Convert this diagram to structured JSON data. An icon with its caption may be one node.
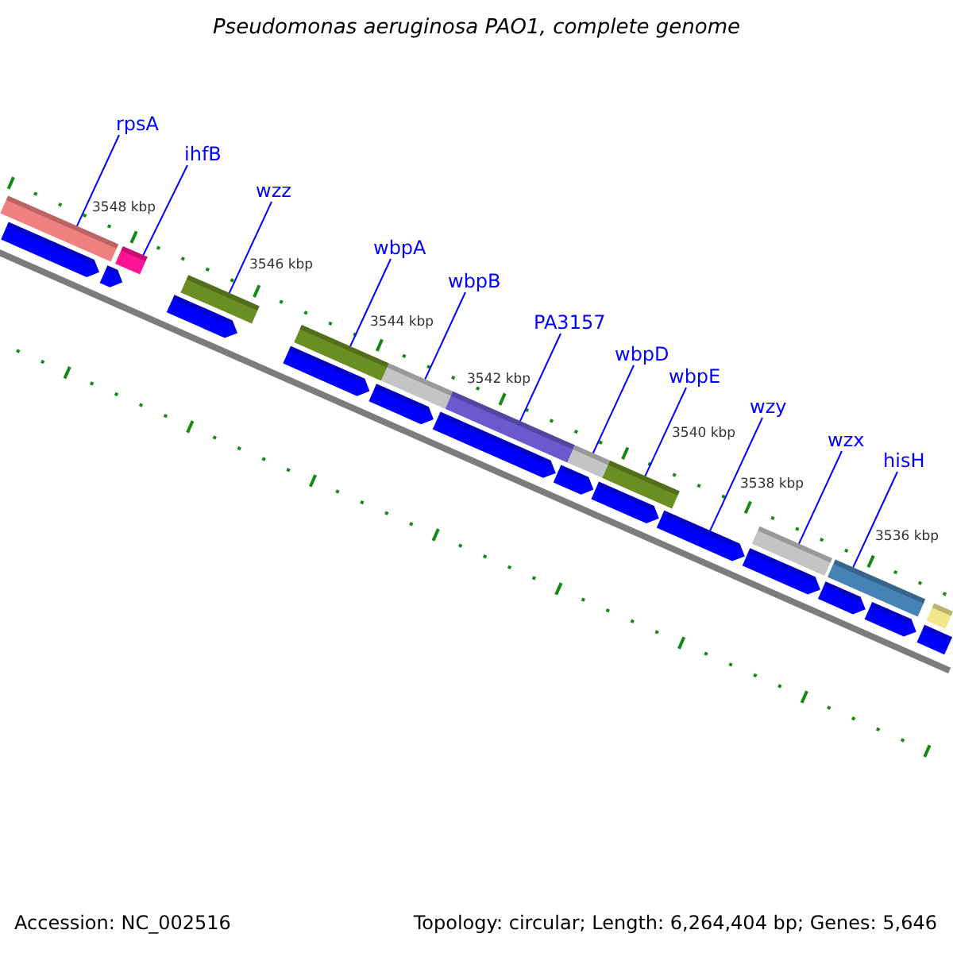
{
  "diagram": {
    "title": "Pseudomonas aeruginosa PAO1, complete genome",
    "nodes": [
      {
        "text": [
          "rpsA"
        ]
      },
      {
        "text": [
          "ihfB"
        ]
      },
      {
        "text": [
          "wzz"
        ]
      },
      {
        "text": [
          "wbpA"
        ]
      },
      {
        "text": [
          "wbpB"
        ]
      },
      {
        "text": [
          "PA3157"
        ]
      },
      {
        "text": [
          "wbpD"
        ]
      },
      {
        "text": [
          "wbpE"
        ]
      },
      {
        "text": [
          "wzy"
        ]
      },
      {
        "text": [
          "wzx"
        ]
      },
      {
        "text": [
          "hisH"
        ]
      },
      {
        "text": [],
        "shape": "bar"
      },
      {
        "text": [],
        "shape": "bar"
      },
      {
        "text": [],
        "shape": "bar"
      },
      {
        "text": [],
        "shape": "bar"
      },
      {
        "text": [],
        "shape": "bar"
      },
      {
        "text": [],
        "shape": "bar"
      },
      {
        "text": [],
        "shape": "bar"
      },
      {
        "text": [],
        "shape": "bar"
      },
      {
        "text": [],
        "shape": "bar"
      },
      {
        "text": [],
        "shape": "bar"
      },
      {
        "text": [],
        "shape": "bar"
      }
    ],
    "edges": [
      {
        "from": 0,
        "to": 11,
        "arrow": "none"
      },
      {
        "from": 1,
        "to": 12,
        "arrow": "none"
      },
      {
        "from": 2,
        "to": 13,
        "arrow": "none"
      },
      {
        "from": 3,
        "to": 14,
        "arrow": "none"
      },
      {
        "from": 4,
        "to": 15,
        "arrow": "none"
      },
      {
        "from": 5,
        "to": 16,
        "arrow": "none"
      },
      {
        "from": 6,
        "to": 17,
        "arrow": "none"
      },
      {
        "from": 7,
        "to": 18,
        "arrow": "none"
      },
      {
        "from": 8,
        "to": 19,
        "arrow": "none"
      },
      {
        "from": 9,
        "to": 20,
        "arrow": "none"
      },
      {
        "from": 10,
        "to": 21,
        "arrow": "none"
      }
    ],
    "labels": [
      "3548 kbp",
      "3546 kbp",
      "3544 kbp",
      "3542 kbp",
      "3540 kbp",
      "3538 kbp",
      "3536 kbp",
      "Accession: NC_002516",
      "Topology: circular; Length: 6,264,404 bp; Genes: 5,646"
    ]
  }
}
